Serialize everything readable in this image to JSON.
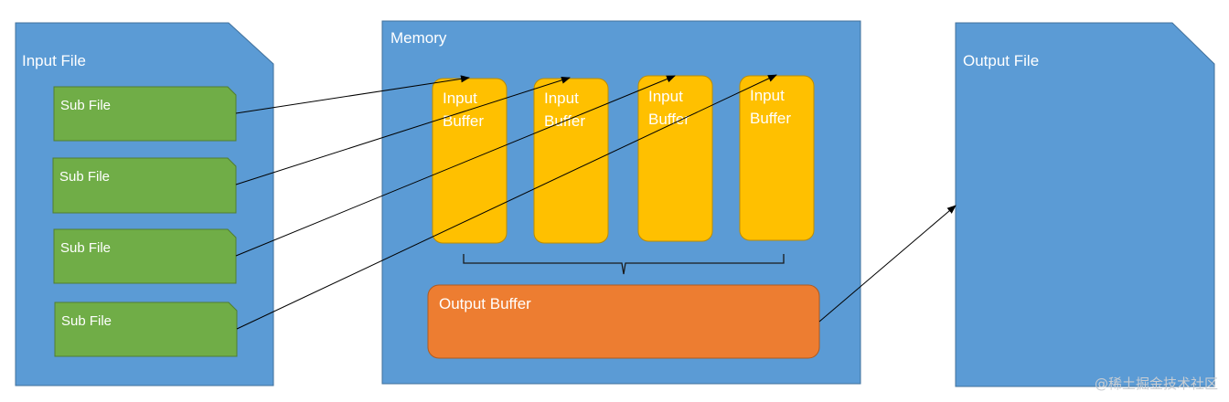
{
  "input_file": {
    "label": "Input File",
    "sub_files": [
      "Sub File",
      "Sub File",
      "Sub File",
      "Sub File"
    ]
  },
  "memory": {
    "label": "Memory",
    "input_buffers": [
      {
        "line1": "Input",
        "line2": "Buffer"
      },
      {
        "line1": "Input",
        "line2": "Buffer"
      },
      {
        "line1": "Input",
        "line2": "Buffer"
      },
      {
        "line1": "Input",
        "line2": "Buffer"
      }
    ],
    "output_buffer": "Output Buffer"
  },
  "output_file": {
    "label": "Output File"
  },
  "watermark": "@稀土掘金技术社区",
  "colors": {
    "file_blue": "#5b9bd5",
    "sub_file_green": "#70ad47",
    "input_buffer_yellow": "#ffc000",
    "output_buffer_orange": "#ed7d31",
    "border_blue": "#41719c",
    "border_green": "#507e32",
    "border_yellow": "#bc8c00",
    "border_orange": "#ae5a21"
  }
}
